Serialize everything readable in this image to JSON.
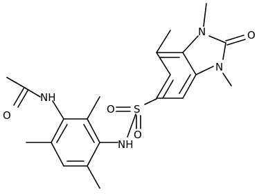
{
  "molecule": {
    "atoms": [
      {
        "id": "o-acetyl",
        "label": "O"
      },
      {
        "id": "nh-amide",
        "label": "NH"
      },
      {
        "id": "nh-sulfonamide",
        "label": "NH"
      },
      {
        "id": "s-sulfonyl",
        "label": "S"
      },
      {
        "id": "o-sulfonyl-left",
        "label": "O"
      },
      {
        "id": "o-sulfonyl-bottom",
        "label": "O"
      },
      {
        "id": "n-urea-top",
        "label": "N"
      },
      {
        "id": "n-urea-bottom",
        "label": "N"
      },
      {
        "id": "o-carbonyl",
        "label": "O"
      }
    ]
  }
}
